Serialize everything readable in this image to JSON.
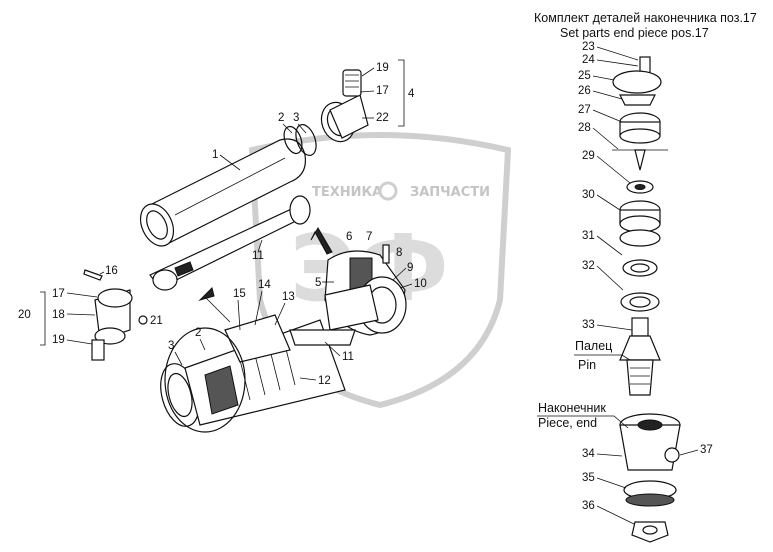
{
  "captions": {
    "kit_ru": "Комплект деталей наконечника поз.17",
    "kit_en": "Set parts end piece pos.17",
    "pin_ru": "Палец",
    "pin_en": "Pin",
    "end_ru": "Наконечник",
    "end_en": "Piece, end"
  },
  "watermark": {
    "text_left": "ТЕХНИКА",
    "text_right": "ЗАПЧАСТИ",
    "logo": "ЭФ"
  },
  "callouts": {
    "c1": "1",
    "c2a": "2",
    "c3": "3",
    "c4": "4",
    "c19a": "19",
    "c17a": "17",
    "c22": "22",
    "c5": "5",
    "c6": "6",
    "c7": "7",
    "c8": "8",
    "c9": "9",
    "c10": "10",
    "c11a": "11",
    "c16": "16",
    "c17b": "17",
    "c18": "18",
    "c19b": "19",
    "c20": "20",
    "c21": "21",
    "c15": "15",
    "c14": "14",
    "c13": "13",
    "c2b": "2",
    "c3b": "3",
    "c11b": "11",
    "c12": "12",
    "c23": "23",
    "c24": "24",
    "c25": "25",
    "c26": "26",
    "c27": "27",
    "c28": "28",
    "c29": "29",
    "c30": "30",
    "c31": "31",
    "c32": "32",
    "c33": "33",
    "c34": "34",
    "c35": "35",
    "c36": "36",
    "c37": "37"
  }
}
